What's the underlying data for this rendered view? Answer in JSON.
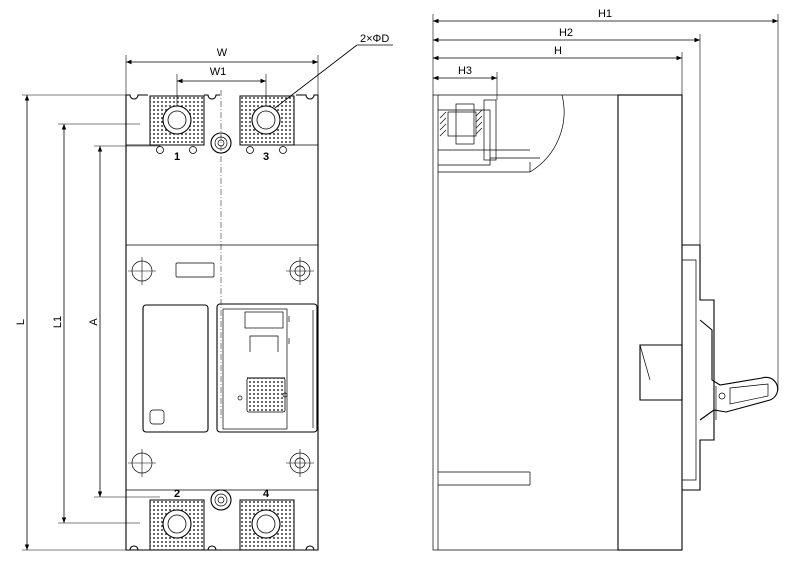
{
  "front_view": {
    "dimensions": {
      "width": "W",
      "terminal_pitch": "W1",
      "length": "L",
      "mounting_length": "L1",
      "mounting_pitch": "A",
      "holes": "2×ΦD"
    },
    "terminals": {
      "top_left": "1",
      "top_right": "3",
      "bottom_left": "2",
      "bottom_right": "4"
    }
  },
  "side_view": {
    "dimensions": {
      "overall_height": "H1",
      "handle_height": "H2",
      "body_height": "H",
      "terminal_height": "H3"
    }
  }
}
